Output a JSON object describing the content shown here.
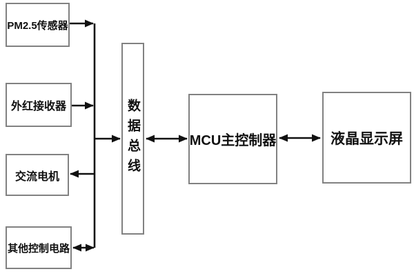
{
  "diagram": {
    "title": "MCU control system block diagram",
    "nodes": {
      "pm25_sensor": {
        "label": "PM2.5传感器"
      },
      "infrared_receiver": {
        "label": "外红接收器"
      },
      "ac_motor": {
        "label": "交流电机"
      },
      "other_control_circuit": {
        "label": "其他控制电路"
      },
      "data_bus": {
        "label": "数据总线"
      },
      "mcu_controller": {
        "label": "MCU主控制器"
      },
      "lcd_display": {
        "label": "液晶显示屏"
      }
    },
    "edges": [
      {
        "from": "pm25_sensor",
        "to": "junction_line",
        "arrows": "to"
      },
      {
        "from": "infrared_receiver",
        "to": "junction_line",
        "arrows": "to"
      },
      {
        "from": "junction_line",
        "to": "ac_motor",
        "arrows": "to"
      },
      {
        "from": "junction_line",
        "to": "other_control_circuit",
        "arrows": "both"
      },
      {
        "from": "junction_line",
        "to": "data_bus",
        "arrows": "to"
      },
      {
        "from": "data_bus",
        "to": "mcu_controller",
        "arrows": "both"
      },
      {
        "from": "mcu_controller",
        "to": "lcd_display",
        "arrows": "both"
      }
    ],
    "colors": {
      "background": "#ffffff",
      "border": "#818181",
      "line": "#111111",
      "text": "#111111"
    }
  }
}
